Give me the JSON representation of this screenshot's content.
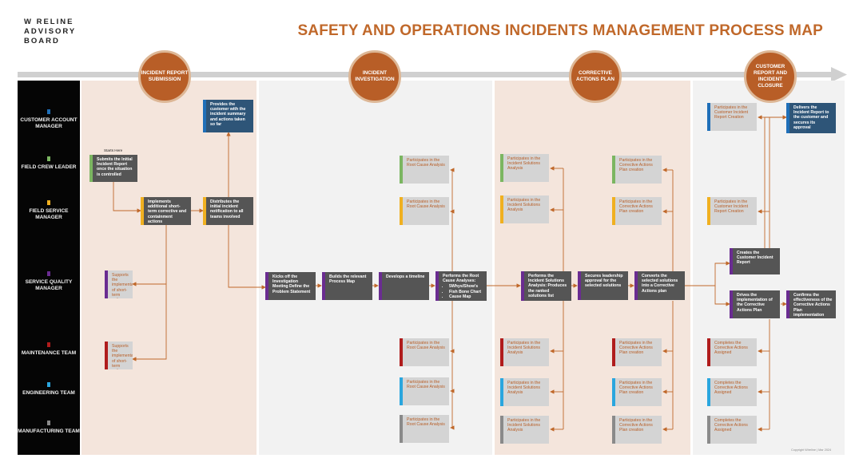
{
  "logo": {
    "line1": "W   RELINE",
    "line2": "ADVISORY",
    "line3": "BOARD"
  },
  "title": "SAFETY AND OPERATIONS INCIDENTS MANAGEMENT PROCESS MAP",
  "colors": {
    "accent": "#b85e27",
    "peach": "#f4e5dc",
    "gray": "#f2f2f2"
  },
  "phases": [
    {
      "id": "submission",
      "label": "INCIDENT REPORT SUBMISSION"
    },
    {
      "id": "investigation",
      "label": "INCIDENT INVESTIGATION"
    },
    {
      "id": "corrective",
      "label": "CORRECTIVE ACTIONS PLAN"
    },
    {
      "id": "closure",
      "label": "CUSTOMER REPORT AND INCIDENT CLOSURE"
    }
  ],
  "roles": [
    {
      "label": "CUSTOMER ACCOUNT MANAGER",
      "color": "#1f6fb8"
    },
    {
      "label": "FIELD CREW LEADER",
      "color": "#7bb661"
    },
    {
      "label": "FIELD SERVICE MANAGER",
      "color": "#f0b020"
    },
    {
      "label": "SERVICE QUALITY MANAGER",
      "color": "#6a2c91"
    },
    {
      "label": "MAINTENANCE TEAM",
      "color": "#b01c1c"
    },
    {
      "label": "ENGINEERING TEAM",
      "color": "#2aa6de"
    },
    {
      "label": "MANUFACTURING TEAM",
      "color": "#8a8a8a"
    }
  ],
  "starts_here": "Starts Here",
  "boxes": {
    "b1": "Submits the Initial Incident Report once the situation is controlled",
    "b2": "Implements additional short-term corrective and containment actions",
    "b3": "Distributes the initial incident notification to all teams involved",
    "b4": "Provides the customer with the incident summary and actions taken so far",
    "b5": "Supports the implementation of short-term actions",
    "b6": "Supports the implementation of short-term actions",
    "b7": "Kicks off the Investigation Meeting Define the Problem Statement",
    "b8": "Builds the relevant Process Map",
    "b9": "Develops a timeline",
    "b10_title": "Performs the Root Cause Analyses:",
    "b10_items": [
      "5Whys/Show's",
      "Fish Bone Chart",
      "Cause Map"
    ],
    "b11": "Participates in the Root Cause Analysis",
    "b12": "Participates in the Root Cause Analysis",
    "b13": "Participates in the Root Cause Analysis",
    "b14": "Participates in the Root Cause Analysis",
    "b15": "Participates in the Root Cause Analysis",
    "b16": "Performs the Incident Solutions Analysis: Produces the ranked solutions list",
    "b17": "Participates in the Incident Solutions Analysis",
    "b18": "Participates in the Incident Solutions Analysis",
    "b19": "Participates in the Incident Solutions Analysis",
    "b20": "Participates in the Incident Solutions Analysis",
    "b21": "Participates in the Incident Solutions Analysis",
    "b22": "Secures leadership approval for the selected solutions",
    "b23": "Converts the selected solutions into a Corrective Actions plan",
    "b24": "Participates in the Corrective Actions Plan creation",
    "b25": "Participates in the Corrective Actions Plan creation",
    "b26": "Participates in the Corrective Actions Plan creation",
    "b27": "Participates in the Corrective Actions Plan creation",
    "b28": "Participates in the Corrective Actions Plan creation",
    "b29": "Participates in the Customer Incident Report Creation",
    "b30": "Participates in the Customer Incident Report Creation",
    "b31": "Delivers the Incident Report to the customer and secures its approval",
    "b32": "Creates the Customer Incident Report",
    "b33": "Drives the implementation of the Corrective Actions Plan",
    "b34": "Confirms the effectiveness of the Corrective Actions Plan implementation",
    "b35": "Completes the Corrective Actions Assigned",
    "b36": "Completes the Corrective Actions Assigned",
    "b37": "Completes the Corrective Actions Assigned"
  },
  "copyright": "Copyright Wireline | Mar 2024"
}
